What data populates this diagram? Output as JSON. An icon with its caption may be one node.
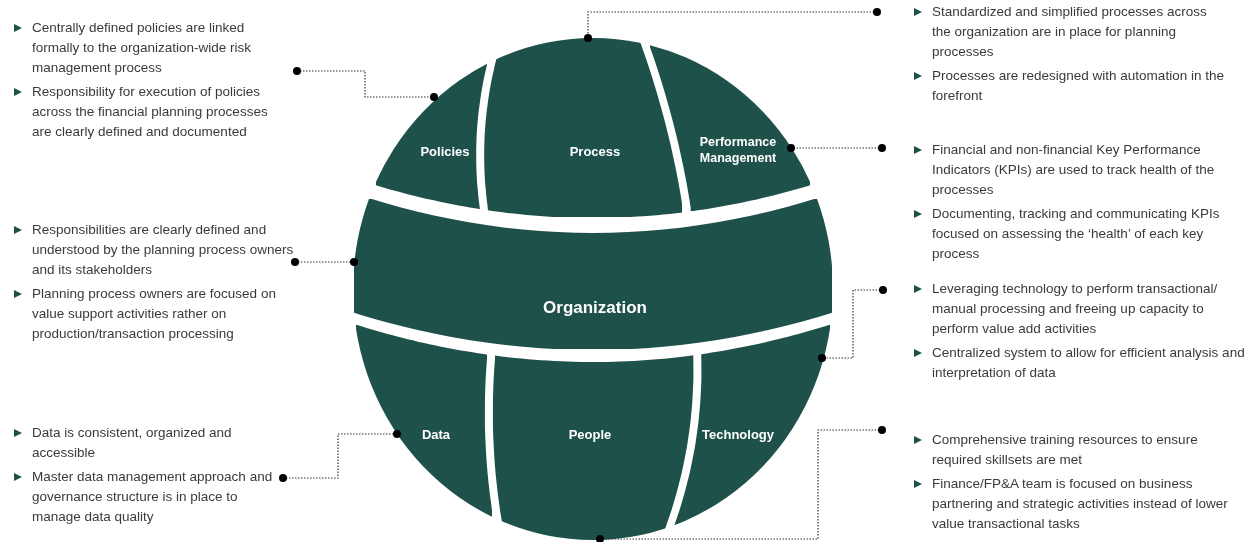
{
  "diagram": {
    "nodes": [
      {
        "text": [
          "Policies"
        ]
      },
      {
        "text": [
          "Process"
        ]
      },
      {
        "text": [
          "Performance Management"
        ]
      },
      {
        "text": [
          "Organization"
        ]
      },
      {
        "text": [
          "Data"
        ]
      },
      {
        "text": [
          "People"
        ]
      },
      {
        "text": [
          "Technology"
        ]
      },
      {
        "text": [
          "Centrally defined policies are linked formally to the organization-wide risk management process",
          "Responsibility for execution of policies across the financial planning processes are clearly defined and documented"
        ]
      },
      {
        "text": [
          "Standardized and simplified processes across the organization are in place for planning processes",
          "Processes are redesigned with automation in the forefront"
        ]
      },
      {
        "text": [
          "Financial and non-financial Key Performance Indicators (KPIs) are used to track health of the processes",
          "Documenting, tracking and communicating KPIs focused on assessing the ‘health’ of each key process"
        ]
      },
      {
        "text": [
          "Responsibilities are clearly defined and understood by the planning process owners and its stakeholders",
          "Planning process owners are focused on value support activities rather on production/transaction processing"
        ]
      },
      {
        "text": [
          "Leveraging technology to perform transactional/ manual processing and freeing up capacity to perform value add activities",
          "Centralized system to allow for efficient analysis and interpretation of data"
        ]
      },
      {
        "text": [
          "Data is consistent, organized and accessible",
          "Master data management approach and governance structure is in place to manage data quality"
        ]
      },
      {
        "text": [
          "Comprehensive training resources to ensure required skillsets are met",
          "Finance/FP&A team is focused on business partnering and strategic activities instead of lower value transactional tasks"
        ]
      }
    ],
    "edges": [
      {
        "from": 7,
        "to": 0,
        "arrow": "other",
        "style": "dashed"
      },
      {
        "from": 8,
        "to": 1,
        "arrow": "other",
        "style": "dashed"
      },
      {
        "from": 9,
        "to": 2,
        "arrow": "other",
        "style": "dashed"
      },
      {
        "from": 10,
        "to": 3,
        "arrow": "other",
        "style": "dashed"
      },
      {
        "from": 11,
        "to": 6,
        "arrow": "other",
        "style": "dashed"
      },
      {
        "from": 12,
        "to": 4,
        "arrow": "other",
        "style": "dashed"
      },
      {
        "from": 13,
        "to": 5,
        "arrow": "other",
        "style": "dashed"
      }
    ]
  }
}
